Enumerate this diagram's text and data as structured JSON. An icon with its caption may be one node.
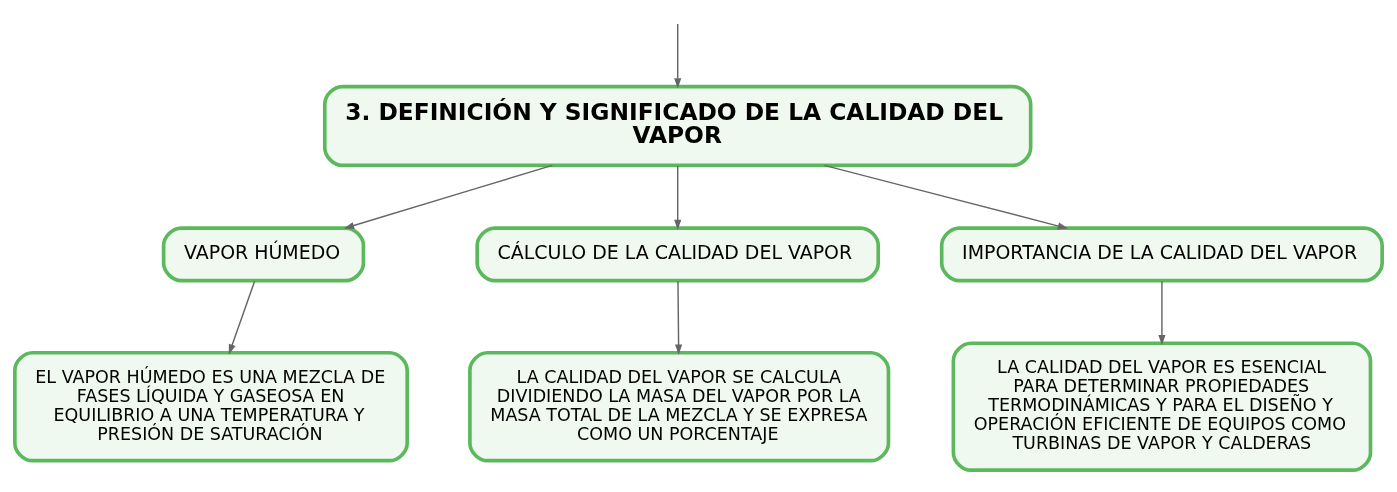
{
  "diagram": {
    "nodes": [
      {
        "text": [
          "3. DEFINICIÓN Y SIGNIFICADO DE LA CALIDAD DEL VAPOR"
        ]
      },
      {
        "text": [
          "VAPOR HÚMEDO"
        ]
      },
      {
        "text": [
          "CÁLCULO DE LA CALIDAD DEL VAPOR"
        ]
      },
      {
        "text": [
          "IMPORTANCIA DE LA CALIDAD DEL VAPOR"
        ]
      },
      {
        "text": [
          "EL VAPOR HÚMEDO ES UNA MEZCLA DE FASES LÍQUIDA Y GASEOSA EN EQUILIBRIO A UNA TEMPERATURA Y PRESIÓN DE SATURACIÓN"
        ]
      },
      {
        "text": [
          "LA CALIDAD DEL VAPOR SE CALCULA DIVIDIENDO LA MASA DEL VAPOR POR LA MASA TOTAL DE LA MEZCLA Y SE EXPRESA COMO UN PORCENTAJE"
        ]
      },
      {
        "text": [
          "LA CALIDAD DEL VAPOR ES ESENCIAL PARA DETERMINAR PROPIEDADES TERMODINÁMICAS Y PARA EL DISEÑO Y OPERACIÓN EFICIENTE DE EQUIPOS COMO TURBINAS DE VAPOR Y CALDERAS"
        ]
      }
    ],
    "edges": [
      {
        "from": null,
        "to": 0,
        "arrow": "to"
      },
      {
        "from": 0,
        "to": 1,
        "arrow": "to"
      },
      {
        "from": 0,
        "to": 2,
        "arrow": "to"
      },
      {
        "from": 0,
        "to": 3,
        "arrow": "to"
      },
      {
        "from": 1,
        "to": 4,
        "arrow": "to"
      },
      {
        "from": 2,
        "to": 5,
        "arrow": "to"
      },
      {
        "from": 3,
        "to": 6,
        "arrow": "to"
      }
    ]
  }
}
